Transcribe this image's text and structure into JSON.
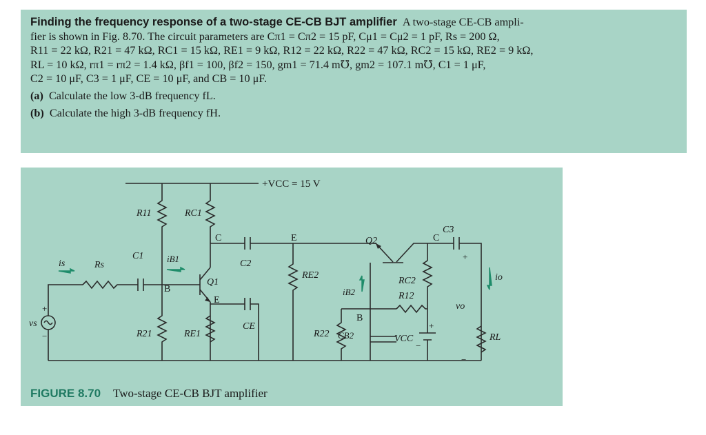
{
  "problem": {
    "title": "Finding the frequency response of a two-stage CE-CB BJT amplifier",
    "lines": [
      "A two-stage CE-CB ampli-",
      "fier is shown in Fig. 8.70. The circuit parameters are Cπ1 = Cπ2 = 15 pF, Cμ1 = Cμ2 = 1 pF, Rs = 200 Ω,",
      "R11 = 22 kΩ, R21 = 47 kΩ, RC1 = 15 kΩ, RE1 = 9 kΩ, R12 = 22 kΩ, R22 = 47 kΩ, RC2 = 15 kΩ, RE2 = 9 kΩ,",
      "RL = 10 kΩ, rπ1 = rπ2 = 1.4 kΩ, βf1 = 100, βf2 = 150, gm1 = 71.4 m℧, gm2 = 107.1 m℧, C1 = 1 μF,",
      "C2 = 10 μF, C3 = 1 μF, CE = 10 μF, and CB = 10 μF."
    ],
    "questions": [
      {
        "letter": "(a)",
        "text": "Calculate the low 3-dB frequency fL."
      },
      {
        "letter": "(b)",
        "text": "Calculate the high 3-dB frequency fH."
      }
    ]
  },
  "figure": {
    "number": "FIGURE 8.70",
    "caption": "Two-stage CE-CB BJT amplifier",
    "labels": {
      "vcc": "+VCC = 15 V",
      "r11": "R11",
      "rc1": "RC1",
      "c1": "C1",
      "ib1": "iB1",
      "is": "is",
      "rs": "Rs",
      "q1": "Q1",
      "node_b1": "B",
      "node_c1": "C",
      "node_e1": "E",
      "c2": "C2",
      "ce": "CE",
      "r21": "R21",
      "re1": "RE1",
      "node_e2": "E",
      "re2": "RE2",
      "q2": "Q2",
      "ib2": "iB2",
      "node_b2": "B",
      "r22": "R22",
      "cb2": "CB2",
      "rc2": "RC2",
      "r12": "R12",
      "vcc2": "VCC",
      "node_c2": "C",
      "c3": "C3",
      "io": "io",
      "vo": "vo",
      "rl": "RL",
      "vs": "vs",
      "plus": "+",
      "minus": "−"
    }
  }
}
